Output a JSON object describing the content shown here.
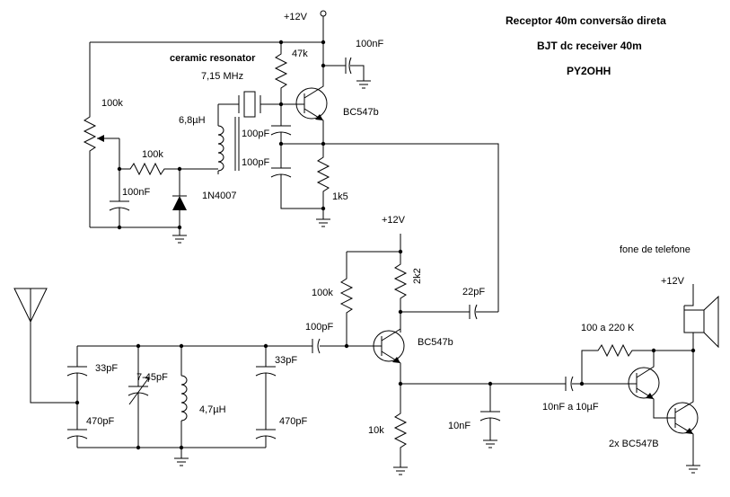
{
  "title": {
    "line1": "Receptor 40m conversão direta",
    "line2": "BJT dc receiver 40m",
    "line3": "PY2OHH"
  },
  "supply": {
    "top": "+12V",
    "mid": "+12V",
    "right": "+12V"
  },
  "oscillator": {
    "resonator_title": "ceramic resonator",
    "resonator_freq": "7,15 MHz",
    "inductor": "6,8µH",
    "pot": "100k",
    "series_res": "100k",
    "cap": "100nF",
    "diode": "1N4007",
    "bias_res": "47k",
    "decoupling_cap": "100nF",
    "transistor": "BC547b",
    "cap_upper": "100pF",
    "cap_lower": "100pF",
    "emitter_res": "1k5"
  },
  "mixer": {
    "collector_res": "2k2",
    "bias_res": "100k",
    "coupling_cap_lo": "22pF",
    "input_cap": "100pF",
    "transistor": "BC547b",
    "emitter_res": "10k",
    "filter_cap": "10nF"
  },
  "input_filter": {
    "c1": "33pF",
    "c2": "470pF",
    "trimmer": "7-45pF",
    "inductor": "4,7µH",
    "c3": "33pF",
    "c4": "470pF"
  },
  "audio": {
    "headphone_label": "fone de telefone",
    "feedback_res": "100 a 220 K",
    "coupling_cap": "10nF a 10µF",
    "transistors": "2x BC547B"
  }
}
